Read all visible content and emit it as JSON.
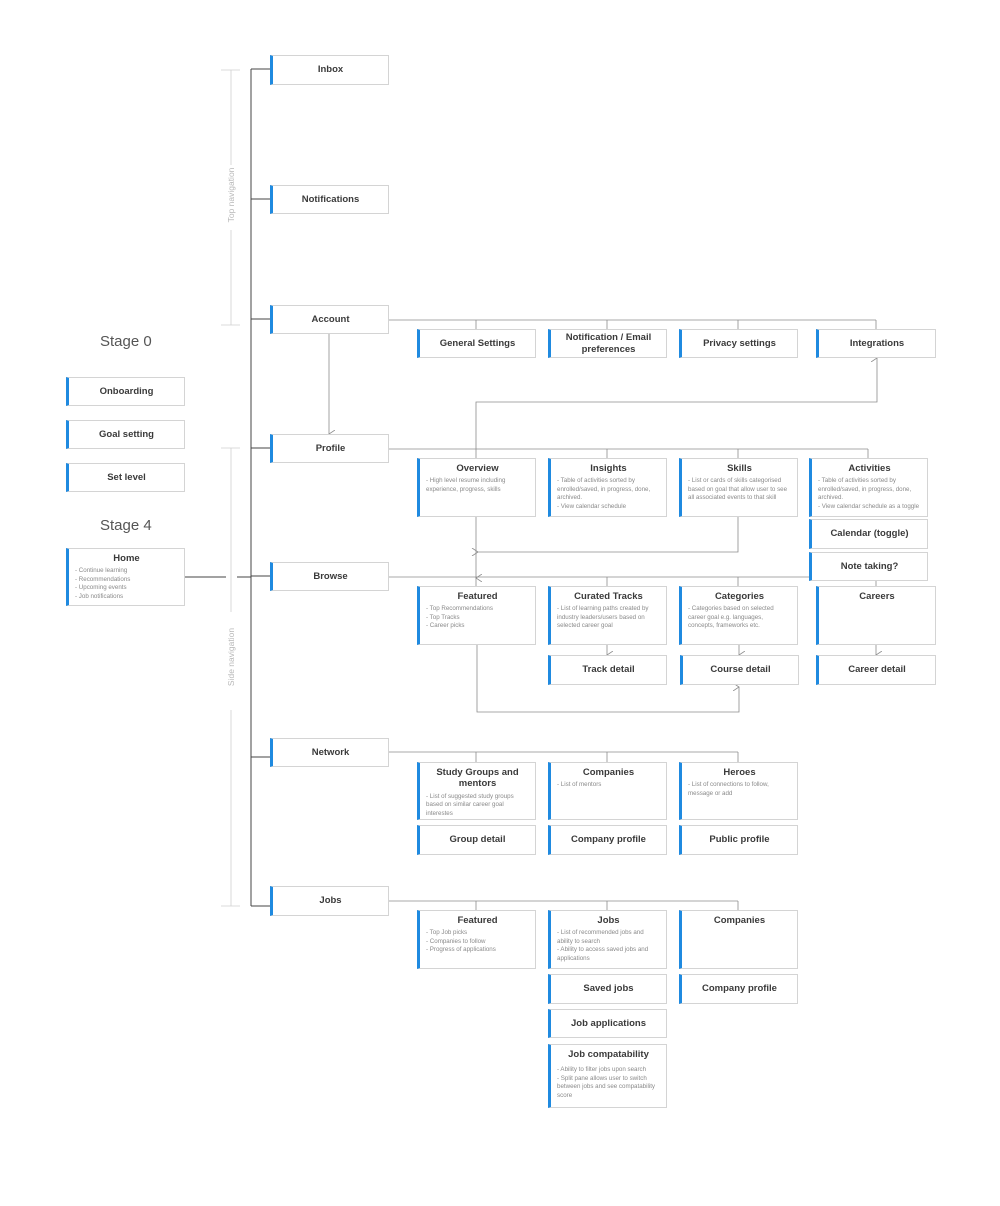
{
  "stage0": {
    "title": "Stage 0",
    "items": [
      "Onboarding",
      "Goal setting",
      "Set level"
    ]
  },
  "stage4": {
    "title": "Stage 4",
    "home": {
      "title": "Home",
      "items": [
        "- Continue learning",
        "- Recommendations",
        "- Upcoming events",
        "- Job notifications"
      ]
    }
  },
  "labels": {
    "top_nav": "Top navigation",
    "side_nav": "Side navigation"
  },
  "top_nav": {
    "inbox": "Inbox",
    "notifications": "Notifications",
    "account": "Account"
  },
  "account_children": [
    "General Settings",
    "Notification / Email preferences",
    "Privacy settings",
    "Integrations"
  ],
  "side_nav": {
    "profile": "Profile",
    "browse": "Browse",
    "network": "Network",
    "jobs": "Jobs"
  },
  "profile_children": {
    "overview": {
      "title": "Overview",
      "desc": [
        "- High level resume including experience, progress, skills"
      ]
    },
    "insights": {
      "title": "Insights",
      "desc": [
        "- Table of activities sorted by enrolled/saved, in progress, done, archived.",
        "- View calendar schedule"
      ]
    },
    "skills": {
      "title": "Skills",
      "desc": [
        "- List or cards of skills categorised based on goal that allow user to see all associated events to that skill"
      ]
    },
    "activities": {
      "title": "Activities",
      "desc": [
        "- Table of activities sorted by enrolled/saved, in progress, done, archived.",
        "- View calendar schedule as a toggle"
      ]
    },
    "calendar": "Calendar (toggle)",
    "notes": "Note taking?"
  },
  "browse_children": {
    "featured": {
      "title": "Featured",
      "desc": [
        "- Top Recommendations",
        "- Top Tracks",
        "- Career picks"
      ]
    },
    "curated": {
      "title": "Curated Tracks",
      "desc": [
        "- List of learning paths created by industry leaders/users based on selected career goal"
      ]
    },
    "categories": {
      "title": "Categories",
      "desc": [
        "- Categories based on selected career goal e.g. languages, concepts, frameworks etc."
      ]
    },
    "careers": {
      "title": "Careers",
      "desc": []
    },
    "track_detail": "Track detail",
    "course_detail": "Course detail",
    "career_detail": "Career detail"
  },
  "network_children": {
    "study_groups": {
      "title": "Study Groups and mentors",
      "desc": [
        "- List of suggested study groups based on similar career goal interestes"
      ]
    },
    "companies": {
      "title": "Companies",
      "desc": [
        "- List of mentors"
      ]
    },
    "heroes": {
      "title": "Heroes",
      "desc": [
        "- List of connections to follow, message or add"
      ]
    },
    "group_detail": "Group detail",
    "company_profile": "Company profile",
    "public_profile": "Public profile"
  },
  "jobs_children": {
    "featured": {
      "title": "Featured",
      "desc": [
        "- Top Job picks",
        "- Companies to follow",
        "- Progress of applications"
      ]
    },
    "jobs": {
      "title": "Jobs",
      "desc": [
        "- List of recommended jobs and ability to search",
        "- Ability to access saved jobs and applications"
      ]
    },
    "companies": {
      "title": "Companies",
      "desc": []
    },
    "saved_jobs": "Saved jobs",
    "job_applications": "Job applications",
    "company_profile": "Company profile",
    "job_compat": {
      "title": "Job compatability",
      "desc": [
        "- Ability to filter jobs upon search",
        "- Split pane allows user to switch between jobs and see compatability score"
      ]
    }
  },
  "colors": {
    "accent": "#1f8ae0",
    "line": "#8c8c8c",
    "trunk": "#444444",
    "border": "#d4d4d4"
  }
}
